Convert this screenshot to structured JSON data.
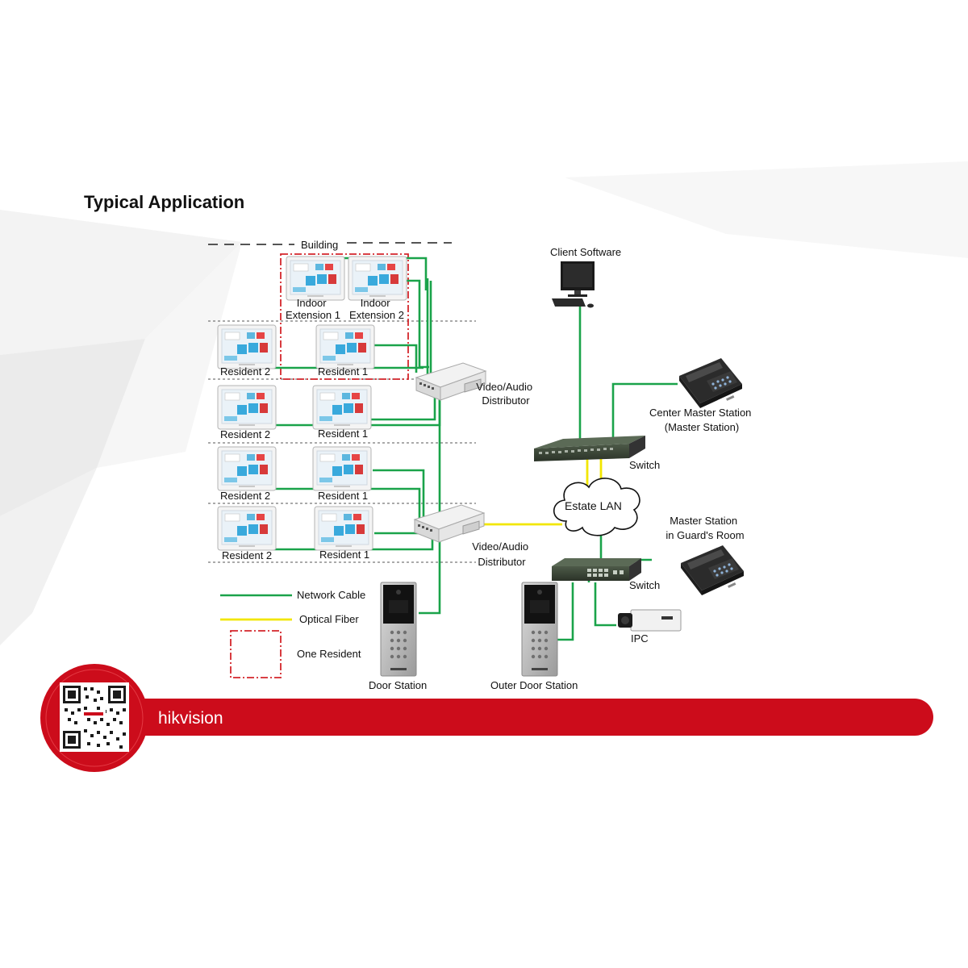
{
  "title": "Typical Application",
  "brand": {
    "name": "hikvision",
    "red": "#cc0c1b"
  },
  "colors": {
    "network_cable": "#1aa34a",
    "optical_fiber": "#f2e600",
    "one_resident": "#d4262b"
  },
  "building": {
    "label": "Building",
    "indoor_extensions": [
      "Indoor\nExtension 1",
      "Indoor\nExtension 2"
    ],
    "floors": [
      {
        "left": "Resident 2",
        "right": "Resident 1"
      },
      {
        "left": "Resident 2",
        "right": "Resident 1"
      },
      {
        "left": "Resident 2",
        "right": "Resident 1"
      },
      {
        "left": "Resident 2",
        "right": "Resident 1"
      }
    ]
  },
  "distributors": [
    "Video/Audio\nDistributor",
    "Video/Audio\nDistributor"
  ],
  "nodes": {
    "client_software": "Client Software",
    "switch_top": "Switch",
    "center_master_station": "Center Master Station\n(Master Station)",
    "estate_lan": "Estate LAN",
    "master_station_guard": "Master Station\nin Guard's Room",
    "switch_bottom": "Switch",
    "ipc": "IPC",
    "door_station": "Door Station",
    "outer_door_station": "Outer Door Station"
  },
  "legend": [
    {
      "label": "Network Cable",
      "type": "network",
      "icon": "green-line"
    },
    {
      "label": "Optical Fiber",
      "type": "fiber",
      "icon": "yellow-line"
    },
    {
      "label": "One Resident",
      "type": "resident",
      "icon": "red-dashed-box"
    }
  ]
}
